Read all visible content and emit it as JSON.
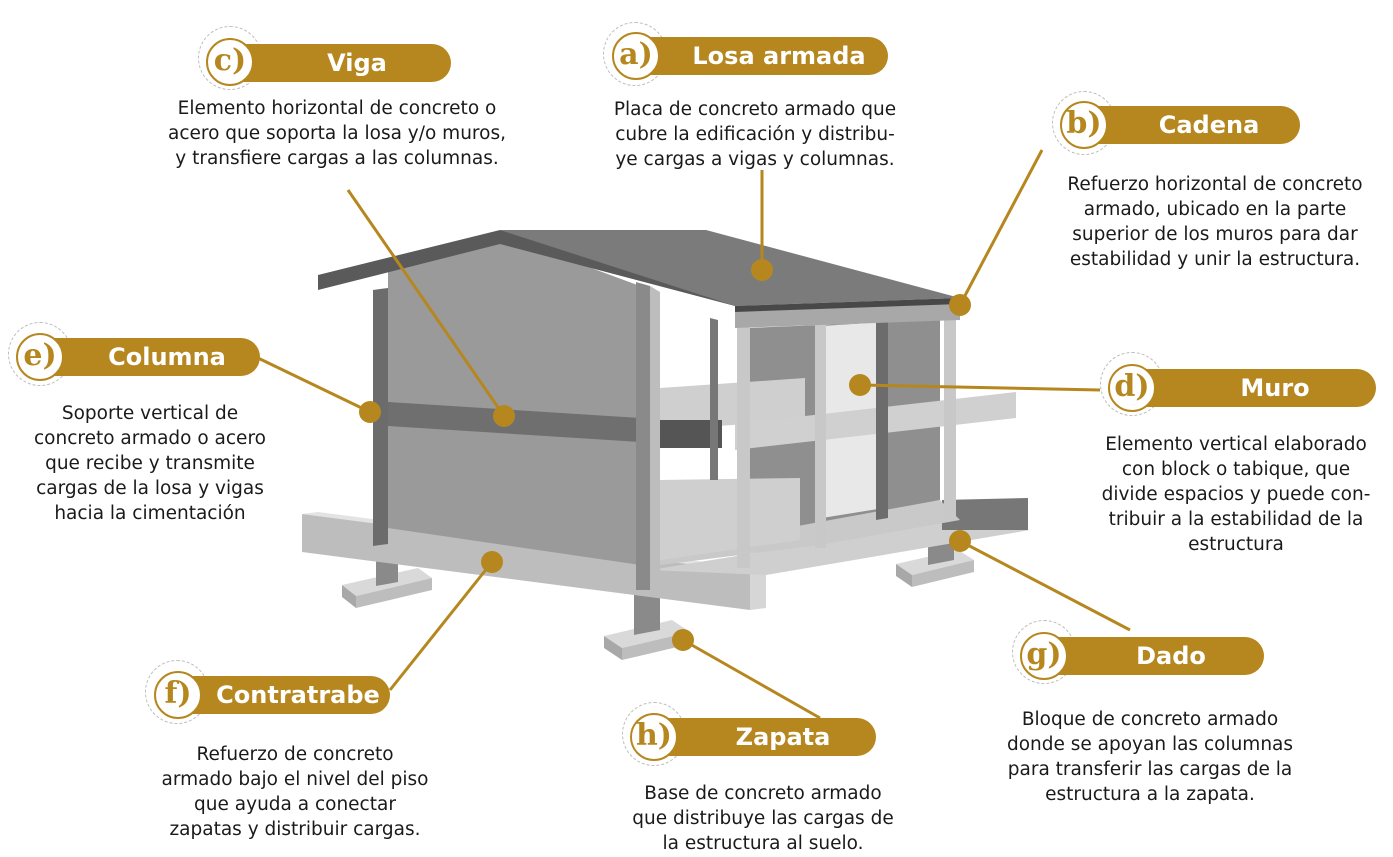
{
  "colors": {
    "accent": "#b5871e",
    "text": "#1a1a1a"
  },
  "labels": {
    "a": {
      "letter": "a)",
      "title": "Losa armada",
      "lines": [
        "Placa de concreto armado que",
        "cubre la edificación y distribu-",
        "ye cargas a vigas y columnas."
      ]
    },
    "b": {
      "letter": "b)",
      "title": "Cadena",
      "lines": [
        "Refuerzo horizontal de concreto",
        "armado, ubicado en la parte",
        "superior de los muros para dar",
        "estabilidad y unir la estructura."
      ]
    },
    "c": {
      "letter": "c)",
      "title": "Viga",
      "lines": [
        "Elemento horizontal de concreto o",
        "acero que soporta la losa y/o muros,",
        "y transfiere cargas a las columnas."
      ]
    },
    "d": {
      "letter": "d)",
      "title": "Muro",
      "lines": [
        "Elemento vertical elaborado",
        "con block o tabique, que",
        "divide espacios y puede con-",
        "tribuir a la estabilidad de la",
        "estructura"
      ]
    },
    "e": {
      "letter": "e)",
      "title": "Columna",
      "lines": [
        "Soporte vertical de",
        "concreto armado o acero",
        "que recibe y transmite",
        "cargas de la losa y vigas",
        "hacia la cimentación"
      ]
    },
    "f": {
      "letter": "f)",
      "title": "Contratrabe",
      "lines": [
        "Refuerzo de concreto",
        "armado bajo el nivel del piso",
        "que ayuda a conectar",
        "zapatas y distribuir cargas."
      ]
    },
    "g": {
      "letter": "g)",
      "title": "Dado",
      "lines": [
        "Bloque de concreto armado",
        "donde se apoyan las columnas",
        "para transferir las cargas de la",
        "estructura  a la zapata."
      ]
    },
    "h": {
      "letter": "h)",
      "title": "Zapata",
      "lines": [
        "Base de concreto armado",
        "que distribuye las cargas de",
        "la estructura al suelo."
      ]
    }
  }
}
